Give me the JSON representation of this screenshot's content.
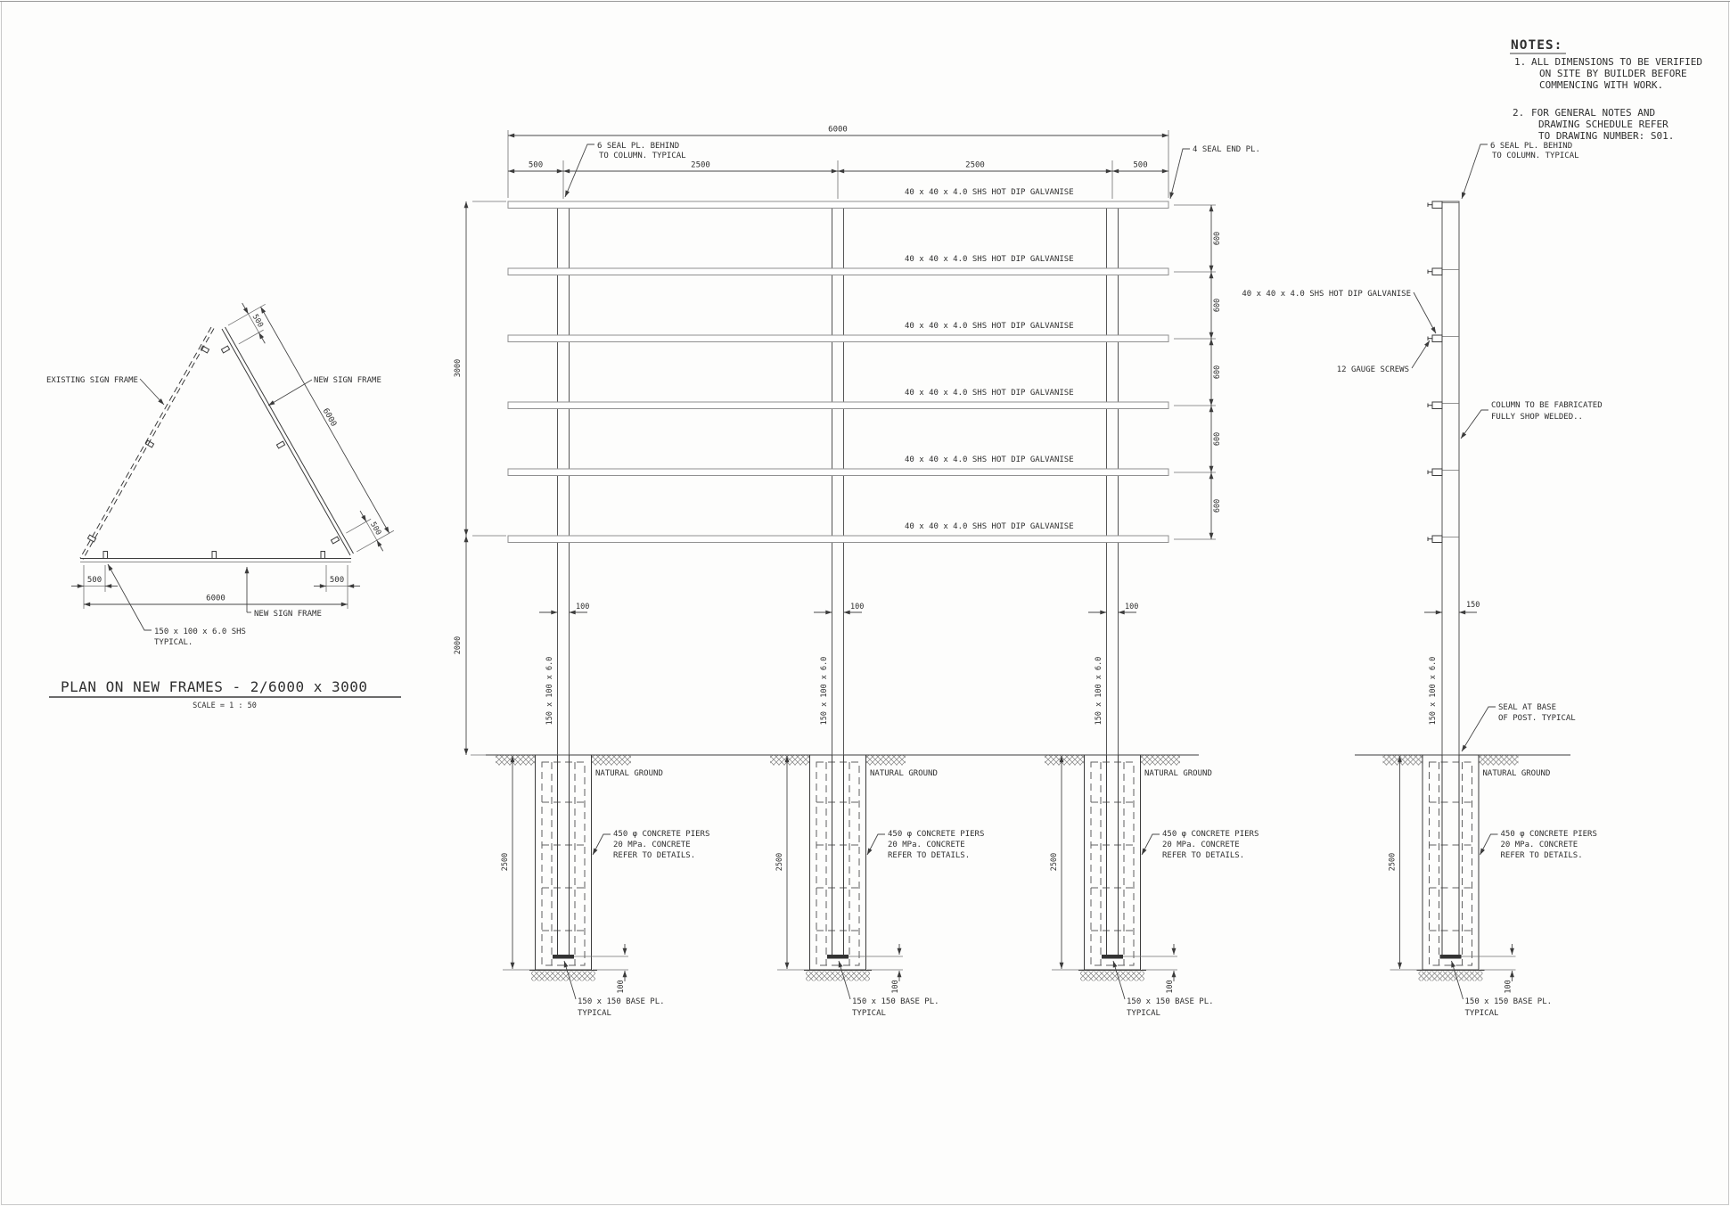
{
  "dims": {
    "d100": "100",
    "d150": "150",
    "d500": "500",
    "d600": "600",
    "d2000": "2000",
    "d2500": "2500",
    "d3000": "3000",
    "d6000": "6000"
  },
  "notes": {
    "heading": "NOTES:",
    "item1": {
      "num": "1.",
      "lines": [
        "ALL DIMENSIONS TO BE VERIFIED",
        "ON SITE BY BUILDER BEFORE",
        "COMMENCING WITH WORK."
      ]
    },
    "item2": {
      "num": "2.",
      "lines": [
        "FOR GENERAL NOTES AND",
        "DRAWING SCHEDULE REFER",
        "TO DRAWING NUMBER: S01."
      ]
    }
  },
  "plan": {
    "existing_frame": "EXISTING SIGN FRAME",
    "new_frame": "NEW SIGN FRAME",
    "shs_line1": "150 x 100 x 6.0 SHS",
    "shs_line2": "TYPICAL.",
    "title": "PLAN ON NEW FRAMES - 2/6000 x 3000",
    "scale": "SCALE = 1 : 50"
  },
  "elevation": {
    "rail_label": "40 x 40 x 4.0 SHS HOT DIP GALVANISE",
    "seal_line1": "6 SEAL PL. BEHIND",
    "seal_line2": "TO COLUMN. TYPICAL",
    "seal_end": "4 SEAL END PL.",
    "post_label": "150 x 100 x 6.0"
  },
  "side": {
    "seal_line1": "6 SEAL PL. BEHIND",
    "seal_line2": "TO COLUMN. TYPICAL",
    "rail_label": "40 x 40 x 4.0 SHS HOT DIP GALVANISE",
    "screws": "12 GAUGE SCREWS",
    "col_line1": "COLUMN TO BE FABRICATED",
    "col_line2": "FULLY SHOP WELDED..",
    "sealbase1": "SEAL AT BASE",
    "sealbase2": "OF POST. TYPICAL",
    "post_label": "150 x 100 x 6.0"
  },
  "ground_label": "NATURAL GROUND",
  "pier": {
    "line1": "450 φ CONCRETE PIERS",
    "line2": "20 MPa. CONCRETE",
    "line3": "REFER TO DETAILS.",
    "base1": "150 x 150 BASE PL.",
    "base2": "TYPICAL"
  }
}
